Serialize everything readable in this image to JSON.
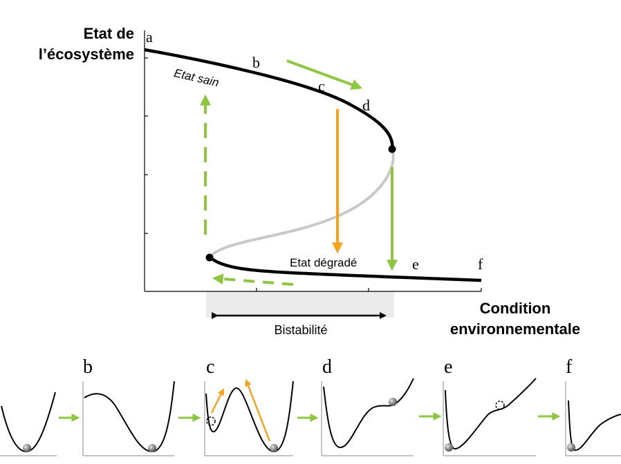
{
  "axis": {
    "ylabel_line1": "Etat de",
    "ylabel_line2": "l’écosystème",
    "xlabel_line1": "Condition",
    "xlabel_line2": "environnementale"
  },
  "curve_points": {
    "a": "a",
    "b": "b",
    "c": "c",
    "d": "d",
    "e": "e",
    "f": "f"
  },
  "states": {
    "healthy": "Etat sain",
    "degraded": "Etat dégradé"
  },
  "bistability": "Bistabilité",
  "panels": [
    {
      "letter": ""
    },
    {
      "letter": "b"
    },
    {
      "letter": "c"
    },
    {
      "letter": "d"
    },
    {
      "letter": "e"
    },
    {
      "letter": "f"
    }
  ],
  "colors": {
    "green": "#8dc63f",
    "orange": "#f5a21d",
    "stable_branch": "#000000",
    "unstable_branch": "#c8c8c8",
    "bistability_band": "#ebebeb"
  }
}
